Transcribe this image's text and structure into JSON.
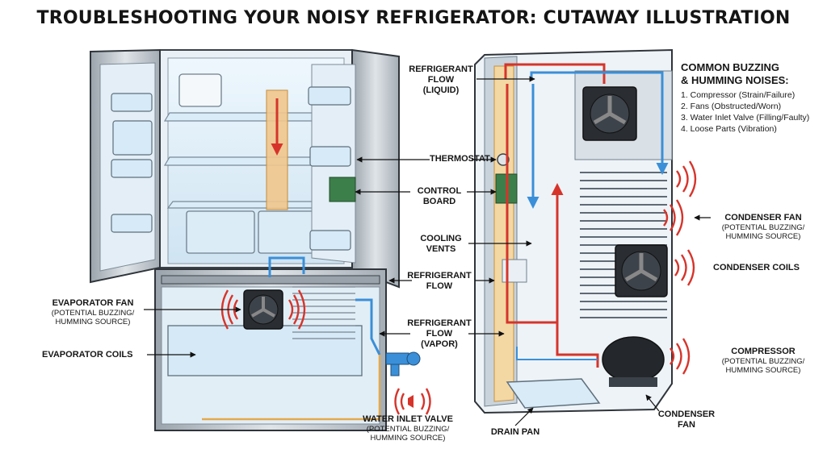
{
  "title": "TROUBLESHOOTING YOUR NOISY REFRIGERATOR: CUTAWAY ILLUSTRATION",
  "colors": {
    "hot": "#d6342b",
    "cold": "#3a8fd8",
    "steel": "#b9c1c8",
    "dark": "#2b2f33",
    "copper": "#c4cbd1"
  },
  "labels": {
    "refrigerant_liquid": {
      "line1": "REFRIGERANT",
      "line2": "FLOW",
      "line3": "(LIQUID)"
    },
    "thermostat": "THERMOSTAT",
    "control_board": {
      "line1": "CONTROL",
      "line2": "BOARD"
    },
    "cooling_vents": {
      "line1": "COOLING",
      "line2": "VENTS"
    },
    "refrigerant_flow": {
      "line1": "REFRIGERANT",
      "line2": "FLOW"
    },
    "refrigerant_vapor": {
      "line1": "REFRIGERANT",
      "line2": "FLOW",
      "line3": "(VAPOR)"
    },
    "evaporator_fan": {
      "name": "EVAPORATOR FAN",
      "sub1": "(POTENTIAL BUZZING/",
      "sub2": "HUMMING SOURCE)"
    },
    "evaporator_coils": "EVAPORATOR COILS",
    "water_inlet_valve": {
      "name": "WATER INLET VALVE",
      "sub1": "(POTENTIAL BUZZING/",
      "sub2": "HUMMING SOURCE)"
    },
    "drain_pan": "DRAIN PAN",
    "condenser_fan_right": {
      "name": "CONDENSER FAN",
      "sub1": "(POTENTIAL BUZZING/",
      "sub2": "HUMMING SOURCE)"
    },
    "condenser_coils": "CONDENSER COILS",
    "compressor": {
      "name": "COMPRESSOR",
      "sub1": "(POTENTIAL BUZZING/",
      "sub2": "HUMMING SOURCE)"
    },
    "condenser_fan_bottom": {
      "line1": "CONDENSER",
      "line2": "FAN"
    }
  },
  "noise_list": {
    "heading1": "COMMON BUZZING",
    "heading2": "& HUMMING NOISES:",
    "items": [
      "1. Compressor (Strain/Failure)",
      "2. Fans (Obstructed/Worn)",
      "3. Water Inlet Valve (Filling/Faulty)",
      "4. Loose Parts (Vibration)"
    ]
  }
}
